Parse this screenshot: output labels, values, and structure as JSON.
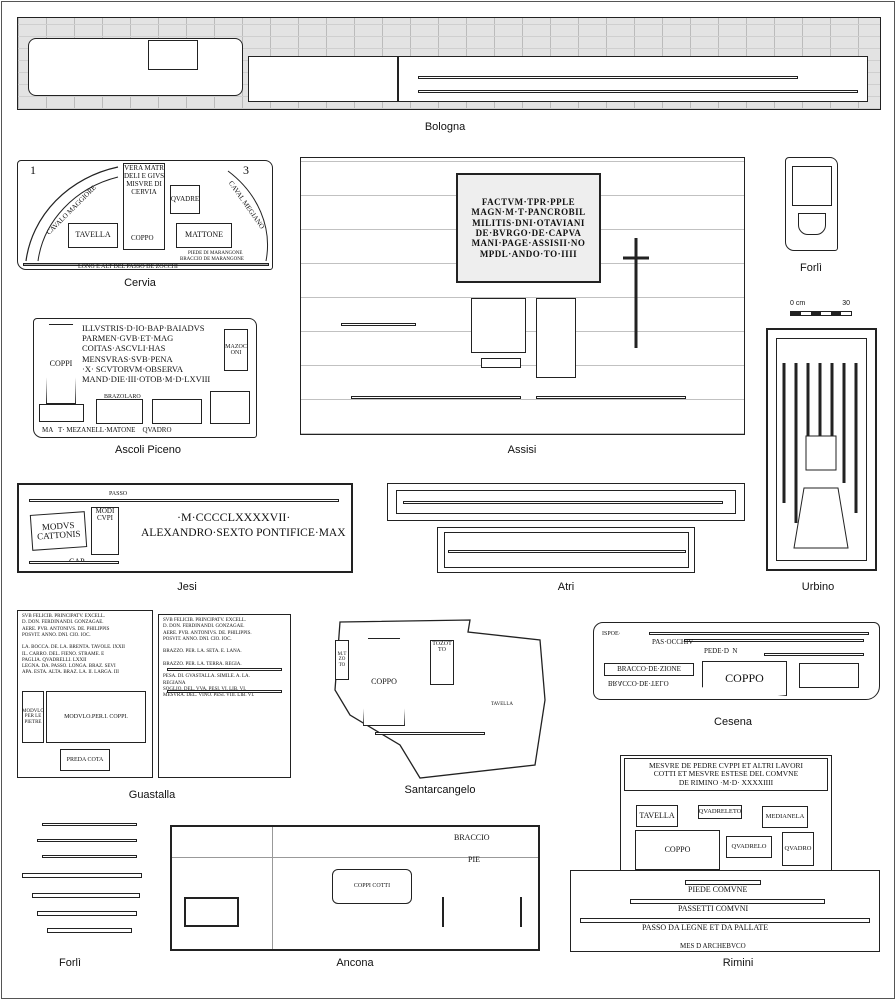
{
  "captions": {
    "bologna": "Bologna",
    "cervia": "Cervia",
    "assisi": "Assisi",
    "forli_top": "Forlì",
    "urbino": "Urbino",
    "ascoli": "Ascoli Piceno",
    "jesi": "Jesi",
    "atri": "Atri",
    "guastalla": "Guastalla",
    "santarcangelo": "Santarcangelo",
    "cesena": "Cesena",
    "rimini": "Rimini",
    "forli_bottom": "Forlì",
    "ancona": "Ancona"
  },
  "scale_bar": {
    "start": "0 cm",
    "end": "30"
  },
  "cervia": {
    "num_left": "1",
    "num_right": "3",
    "vera": "VERA MATR\nDELI E GIVS\nMISVRE DI\nCERVIA",
    "quadre": "QVADRE",
    "tavella": "TAVELLA",
    "mattone": "MATTONE",
    "coppo": "COPPO",
    "cavalo_maggiore": "CAVALO MAGGIORE",
    "cavalo_megiano": "CAVAL MEGIANO",
    "piede": "PIEDE DI MARANGONE",
    "braccio": "BRACCIO DE MARANGONE",
    "bottom": "LONG E ALT DEL PASSO DE ZOCCHI"
  },
  "ascoli": {
    "coppi": "COPPI",
    "mazzoni": "MAZOC\nONI",
    "text": "ILLVSTRIS·D·IO·BAP·BAIADVS\nPARMEN·GVB·ET·MAG\nCOITAS·ASCVLI·HAS\nMENSVRAS·SVB·PENA\n·X· SCVTORVM·OBSERVA\nMAND·DIE·III·OTOB·M·D·LXVIII",
    "brazolaro": "BRAZOLARO",
    "bottom": "MA   T· MEZANELL·MATONE    QVADRO"
  },
  "assisi": {
    "inscription": "FACTVM·TPR·PPLE\nMAGN·M·T·PANCROBIL\nMILITIS·DNI·OTAVIANI\nDE·BVRGO·DE·CAPVA\nMANI·PAGE·ASSISII·NO\nMPDL·ANDO·TO·IIII"
  },
  "jesi": {
    "modus_cattonis": "MODVS\nCATTONIS",
    "modi_cupi": "MODI\nCVPI",
    "date": "·M·CCCCLXXXXVII·",
    "pontifice": "ALEXANDRO·SEXTO PONTIFICE·MAX",
    "passo": "PASSO",
    "cap": "CAP"
  },
  "guastalla": {
    "left_text": "SVB FELICIB. PRINCIPATV. EXCELL.\nD. DON. FERDINANDI. GONZAGAE.\nAERE. PVB. ANTONIVS. DE. PHILIPPIS\nPOSVIT. ANNO. DNI. CIO. IOC.\n\nLA. BOCCA. DE. LA. BRENTA. TAVOLE. IXXII\nIL. CARRO. DEL. FIENO. STRAME. E\nPAGLIA. QVADRELLI. LXXII\nLEGNA. DA. PASSO. LONGA. BRAZ. SEVI\nAPA. ESTA. ALTA. BRAZ. LA. II. LARGA. III",
    "modulo_pietre": "MODVLO\nPER LE\nPIETRE",
    "modulo_coppi": "MODVLO.PER.I. COPPI.",
    "preda_cota": "PREDA COTA",
    "right_text": "SVB FELICIB. PRINCIPATV. EXCELL.\nD. DON. FERDINANDI. GONZAGAE.\nAERE. PVB. ANTONIVS. DE. PHILIPPIS.\nPOSVIT. ANNO. DNI. CIO. IOC.\n\nBRAZZO. PER. LA. SETA. E. LANA.\n\nBRAZZO. PER. LA. TERRA. REGIA.\n\nPESA. DI. GVASTALLA. SIMILE. A. LA.\nREGIANA\nSOGLIO. DEL. VVA. PESI. VI. LIB. VI.\nMESVRA. DEL. VINO. PESI. VIII. LIB. VI."
  },
  "santarcangelo": {
    "left": "M.T\nZO\nTO",
    "coppo": "COPPO",
    "tozot": "TOZOT\nTO",
    "tavella": "TAVELLA"
  },
  "cesena": {
    "left": "ISPOE·",
    "passo": "PAS·OCCHIV",
    "piede": "PEDE·D  N",
    "braccio": "BRACCO·DE·ZIONE",
    "braccio_mirror": "BRACCO·DE·TELO",
    "coppo": "COPPO"
  },
  "rimini": {
    "header": "MESVRE DE PEDRE CVPPI ET ALTRI LAVORI\nCOTTI ET MESVRE ESTESE DEL COMVNE\nDE RIMINO ·M·D· XXXXIIII",
    "tavella": "TAVELLA",
    "quadreletto": "QVADRELETO",
    "medianela": "MEDIANELA",
    "coppo": "COPPO",
    "quadrello": "QVADRELO",
    "quadro": "QVADRO",
    "piede": "PIEDE COMVNE",
    "passetti": "PASSETTI COMVNI",
    "passo": "PASSO DA LEGNE ET DA PALLATE",
    "archibuco": "MES D ARCHEBVCO"
  },
  "ancona": {
    "braccio": "BRACCIO",
    "pie": "PIE",
    "coppi": "COPPI COTTI"
  }
}
